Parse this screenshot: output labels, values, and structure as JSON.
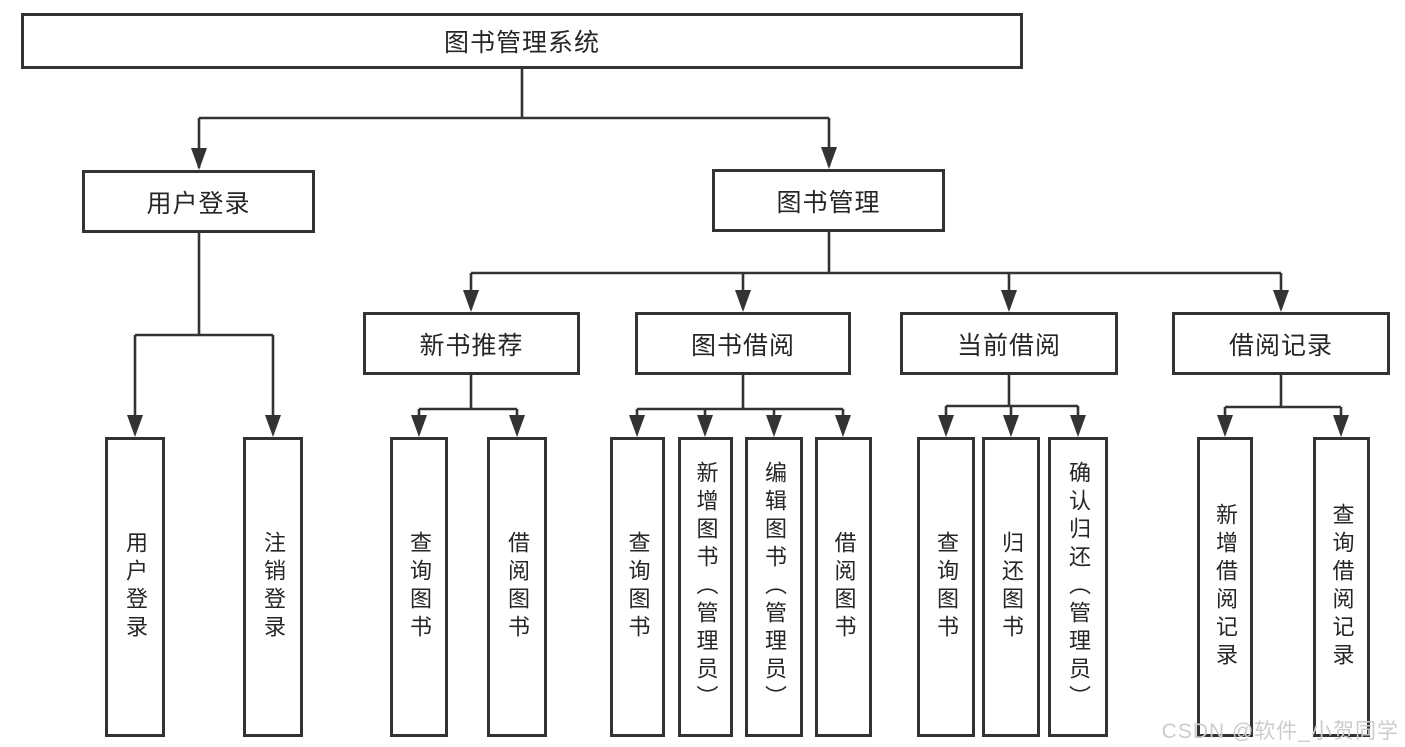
{
  "nodes": {
    "root": "图书管理系统",
    "user_login": "用户登录",
    "book_management": "图书管理",
    "new_book_recommend": "新书推荐",
    "book_borrowing": "图书借阅",
    "current_borrowing": "当前借阅",
    "borrowing_records": "借阅记录",
    "leaves": [
      "用户登录",
      "注销登录",
      "查询图书",
      "借阅图书",
      "查询图书",
      "新增图书（管理员）",
      "编辑图书（管理员）",
      "借阅图书",
      "查询图书",
      "归还图书",
      "确认归还（管理员）",
      "新增借阅记录",
      "查询借阅记录"
    ]
  },
  "watermark": "CSDN @软件_小贺同学",
  "colors": {
    "line": "#333333",
    "text": "#262626",
    "background": "#ffffff",
    "watermark": "#cccccc"
  }
}
